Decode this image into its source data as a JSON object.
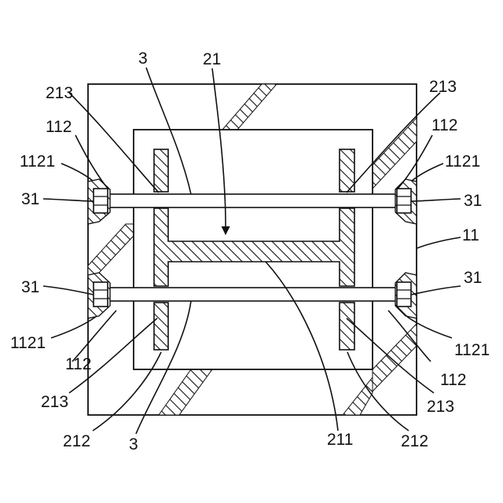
{
  "figure": {
    "labels": {
      "top_21": "21",
      "top_3": "3",
      "tl_213": "213",
      "tr_213": "213",
      "tl_112": "112",
      "tr_112": "112",
      "tl_1121": "1121",
      "tr_1121": "1121",
      "l_31_top": "31",
      "r_31_top": "31",
      "r_11": "11",
      "l_31_bot": "31",
      "r_31_bot": "31",
      "bl_1121": "1121",
      "br_1121": "1121",
      "bl_112": "112",
      "br_112": "112",
      "bl_213": "213",
      "br_213": "213",
      "bl_212": "212",
      "br_212": "212",
      "bot_3": "3",
      "bot_211": "211"
    }
  }
}
